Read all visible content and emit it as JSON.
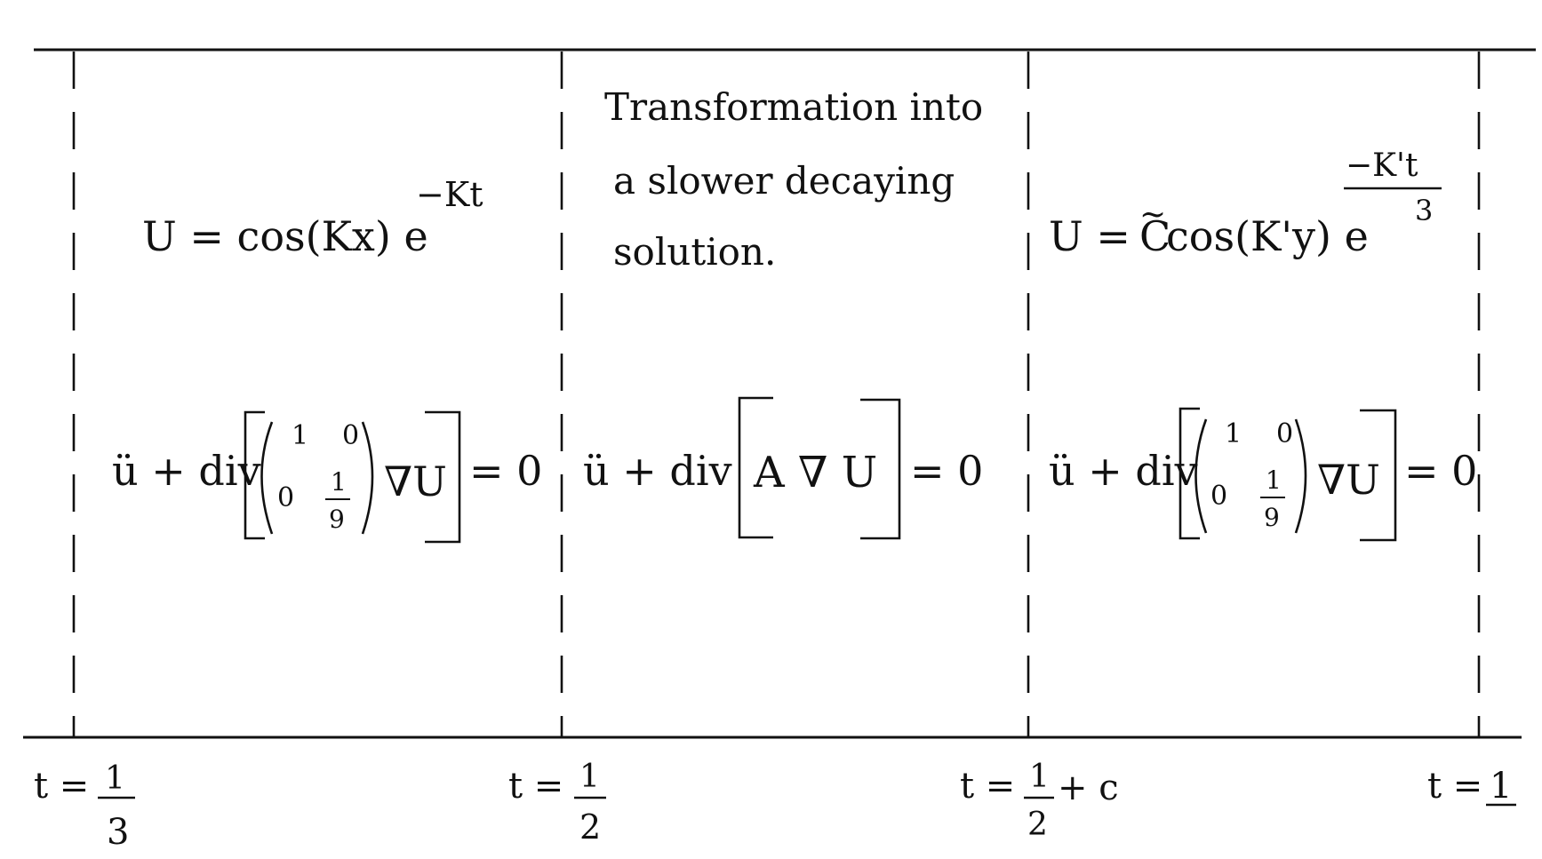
{
  "diagram": {
    "stroke_color": "#111111",
    "background_color": "#ffffff",
    "text": {
      "annotation_lines": [
        "Transformation into",
        "a slower decaying",
        "solution."
      ],
      "region1_solution": {
        "lhs": "U = cos(Kx) e",
        "exponent": "−Kt"
      },
      "region3_solution": {
        "lhs": "U = ",
        "tilde": "~",
        "c_symbol": "C",
        "rest": " cos(K'y) e",
        "exp_num": "−K't",
        "exp_den": "3"
      },
      "eq_prefix_left": "ü + div",
      "eq_prefix_mid": "ü + div",
      "eq_prefix_right": "ü + div",
      "matrix": {
        "a11": "1",
        "a12": "0",
        "a21": "0",
        "a22_num": "1",
        "a22_den": "9"
      },
      "nabla_u": "∇U",
      "mid_inner": "A ∇ U",
      "equals_zero": "= 0",
      "times": [
        {
          "prefix": "t = ",
          "num": "1",
          "den": "3",
          "suffix": ""
        },
        {
          "prefix": "t = ",
          "num": "1",
          "den": "2",
          "suffix": ""
        },
        {
          "prefix": "t = ",
          "num": "1",
          "den": "2",
          "suffix": "+ c"
        },
        {
          "prefix": "t = ",
          "num": "1",
          "den": "",
          "suffix": ""
        }
      ]
    }
  }
}
